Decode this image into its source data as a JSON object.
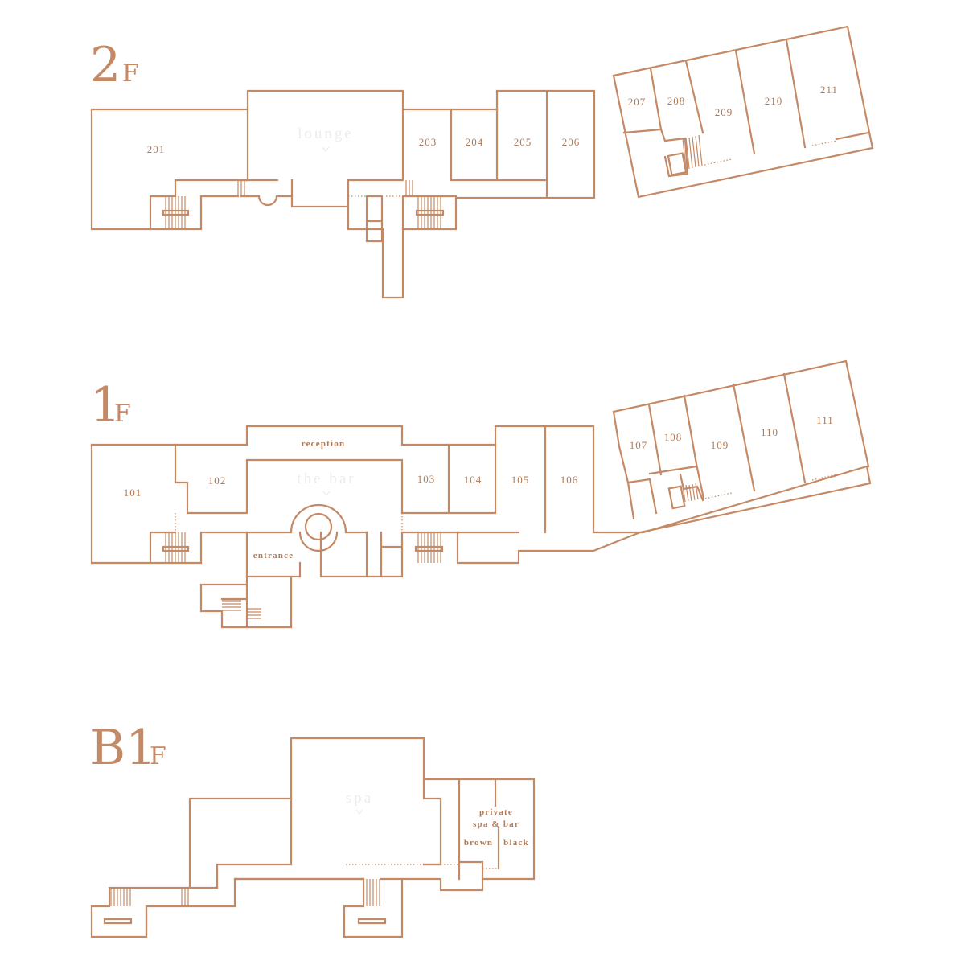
{
  "colors": {
    "line": "#c48a66",
    "text": "#b07a57",
    "ghost": "#ececec"
  },
  "floors": {
    "f2": {
      "label_main": "2",
      "label_sub": "F",
      "rooms": [
        "201",
        "203",
        "204",
        "205",
        "206",
        "207",
        "208",
        "209",
        "210",
        "211"
      ],
      "lounge": "lounge"
    },
    "f1": {
      "label_main": "1",
      "label_sub": "F",
      "rooms": [
        "101",
        "102",
        "103",
        "104",
        "105",
        "106",
        "107",
        "108",
        "109",
        "110",
        "111"
      ],
      "reception": "reception",
      "bar": "the bar",
      "entrance": "entrance"
    },
    "b1": {
      "label_main": "B1",
      "label_sub": "F",
      "spa": "spa",
      "private_1": "private",
      "private_2": "spa & bar",
      "brown": "brown",
      "black": "black"
    }
  }
}
